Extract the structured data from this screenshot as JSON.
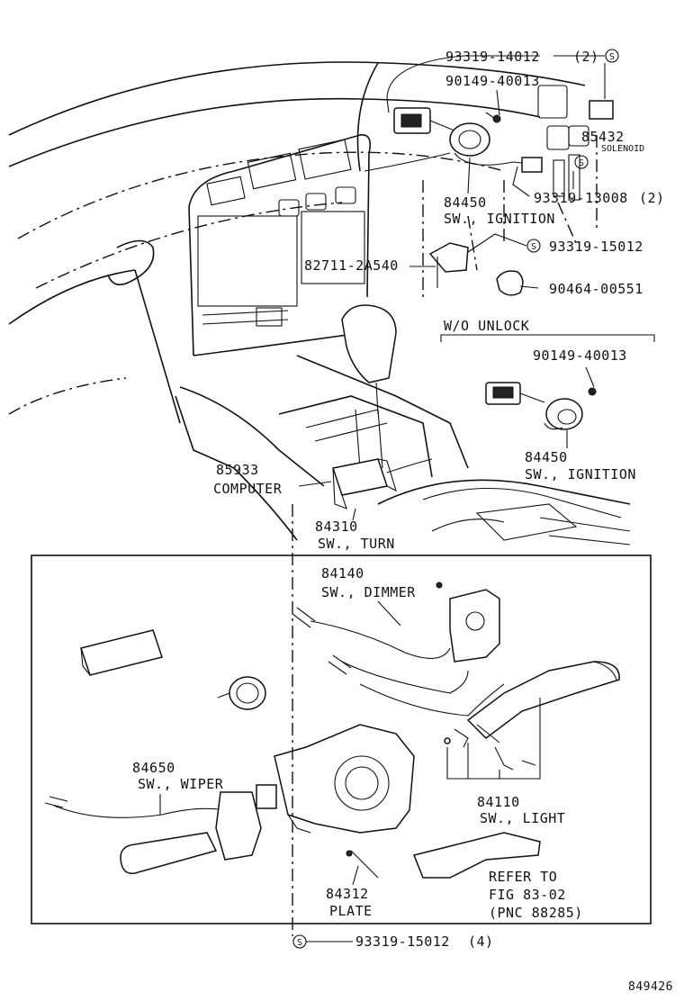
{
  "figure_number": "849426",
  "callouts": {
    "screw_top": {
      "part": "93319-14012",
      "qty": "(2)",
      "symbol": "S"
    },
    "bolt_top": {
      "part": "90149-40013"
    },
    "solenoid": {
      "part": "85432",
      "name": "SOLENOID"
    },
    "ignition_main": {
      "part": "84450",
      "name": "SW., IGNITION"
    },
    "screw_mid": {
      "part": "93319-13008",
      "qty": "(2)",
      "symbol": "S"
    },
    "bracket": {
      "part": "82711-2A540"
    },
    "screw_15012": {
      "part": "93319-15012",
      "symbol": "S"
    },
    "ring": {
      "part": "90464-00551"
    },
    "computer": {
      "part": "85933",
      "name": "COMPUTER"
    },
    "turn_switch": {
      "part": "84310",
      "name": "SW., TURN"
    },
    "dimmer": {
      "part": "84140",
      "name": "SW., DIMMER"
    },
    "wiper": {
      "part": "84650",
      "name": "SW., WIPER"
    },
    "light": {
      "part": "84110",
      "name": "SW., LIGHT"
    },
    "plate": {
      "part": "84312",
      "name": "PLATE"
    },
    "screw_bottom": {
      "part": "93319-15012",
      "qty": "(4)",
      "symbol": "S"
    }
  },
  "wo_unlock": {
    "title": "W/O UNLOCK",
    "bolt": {
      "part": "90149-40013"
    },
    "ignition": {
      "part": "84450",
      "name": "SW., IGNITION"
    }
  },
  "refer_note": {
    "line1": "REFER TO",
    "line2": "FIG 83-02",
    "line3": "(PNC 88285)"
  }
}
